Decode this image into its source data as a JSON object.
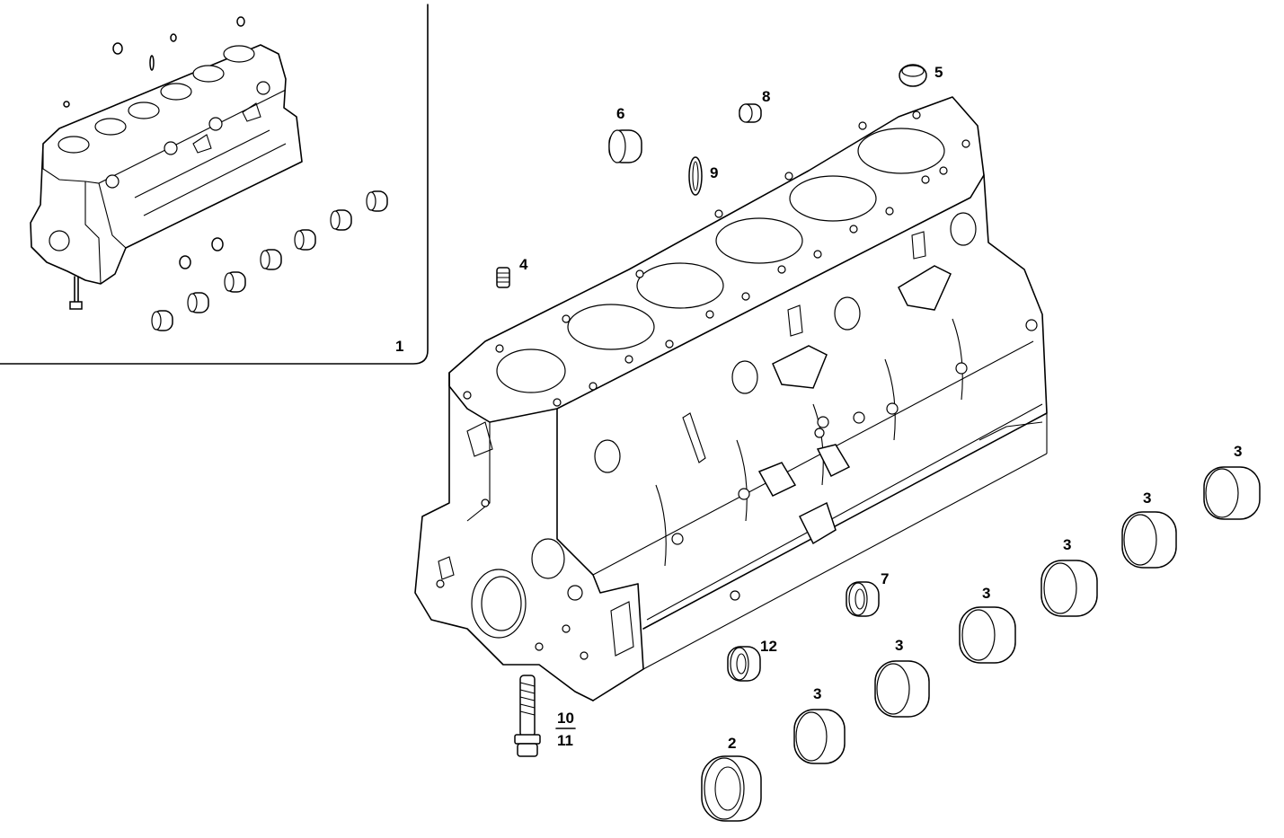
{
  "diagram": {
    "colors": {
      "line": "#000000",
      "background": "#ffffff"
    },
    "inset_label": "1",
    "labels": {
      "bolt_upper": "10",
      "bolt_lower": "11",
      "front_bushing": "2",
      "bushing": "3",
      "plug_4": "4",
      "plug_5": "5",
      "cap_6": "6",
      "seal_7": "7",
      "plug_8": "8",
      "ring_9": "9",
      "seal_12": "12"
    }
  }
}
